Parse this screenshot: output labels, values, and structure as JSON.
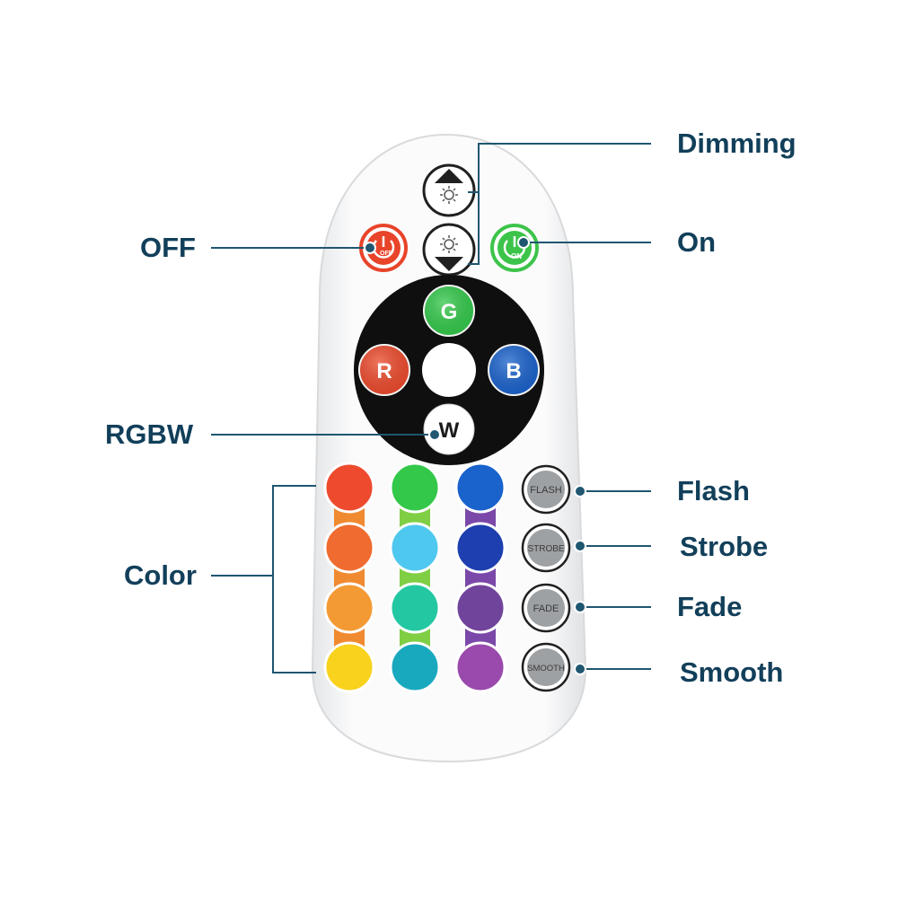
{
  "callouts": {
    "dimming": "Dimming",
    "off": "OFF",
    "on": "On",
    "rgbw": "RGBW",
    "color": "Color",
    "flash": "Flash",
    "strobe": "Strobe",
    "fade": "Fade",
    "smooth": "Smooth"
  },
  "buttons": {
    "off_text": "OFF",
    "on_text": "ON",
    "g": "G",
    "r": "R",
    "b": "B",
    "w": "W",
    "flash": "FLASH",
    "strobe": "STROBE",
    "fade": "FADE",
    "smooth": "SMOOTH"
  },
  "colors": {
    "label": "#123f5a",
    "leader": "#1f5670",
    "off_red": "#e8442a",
    "on_green": "#3cc44a",
    "color_grid": [
      [
        "#ee4a2e",
        "#33c84a",
        "#1a62cc"
      ],
      [
        "#ef6b2f",
        "#4fc8ef",
        "#1e3fb0"
      ],
      [
        "#f39a35",
        "#23c8a3",
        "#70449a"
      ],
      [
        "#f8d21c",
        "#19a9bf",
        "#9a4aac"
      ]
    ],
    "grid_strips": [
      "#f08a30",
      "#7fce44",
      "#7a48a8"
    ]
  }
}
